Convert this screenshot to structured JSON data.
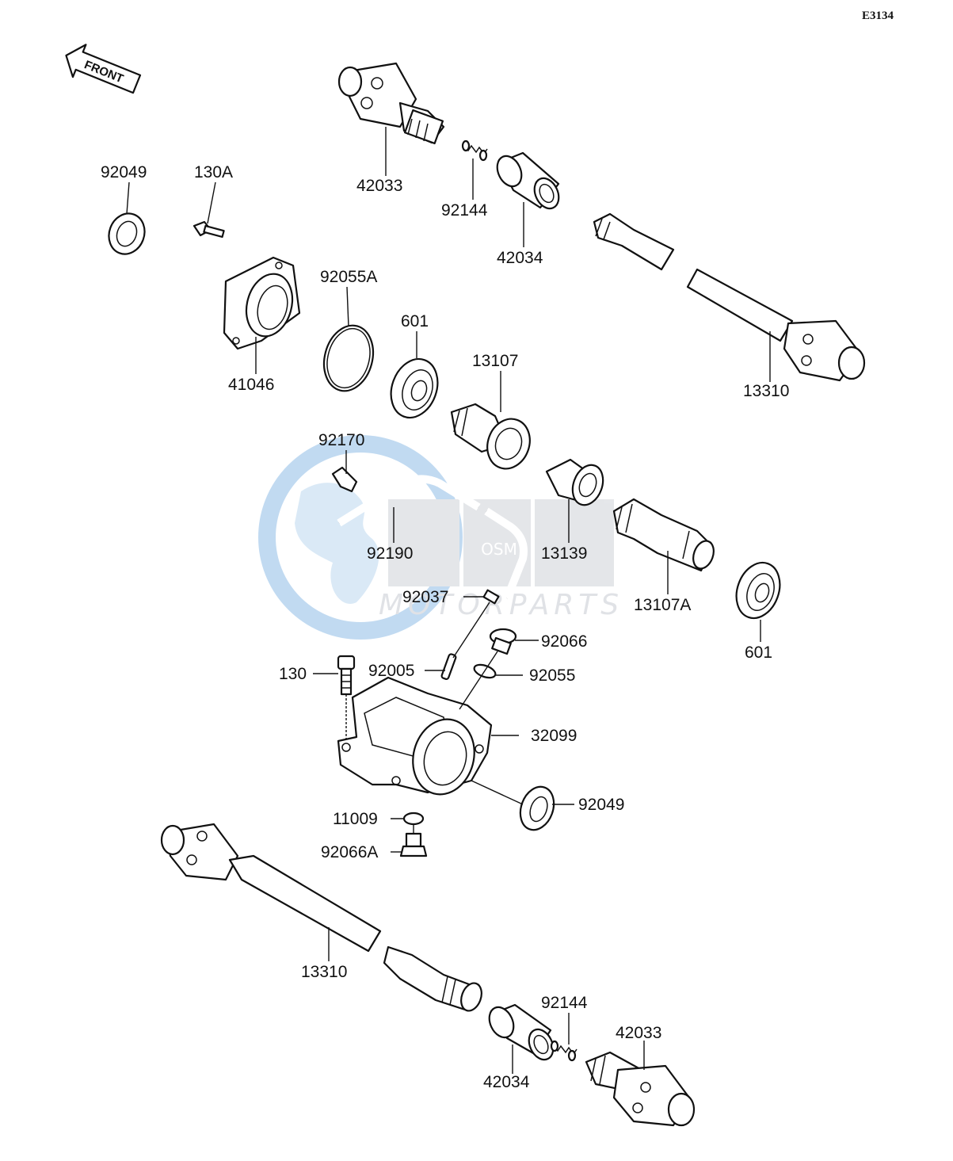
{
  "diagram": {
    "code": "E3134",
    "front_arrow": "FRONT",
    "watermark": {
      "brand": "OSM",
      "tagline": "MOTORPARTS",
      "color": "#1e73be"
    },
    "labels": [
      "92049",
      "130A",
      "42033",
      "92144",
      "42034",
      "92055A",
      "601",
      "13107",
      "41046",
      "13310",
      "92170",
      "92190",
      "13139",
      "13107A",
      "601",
      "92037",
      "92066",
      "92005",
      "92055",
      "130",
      "32099",
      "92049",
      "11009",
      "92066A",
      "13310",
      "92144",
      "42033",
      "42034"
    ]
  }
}
